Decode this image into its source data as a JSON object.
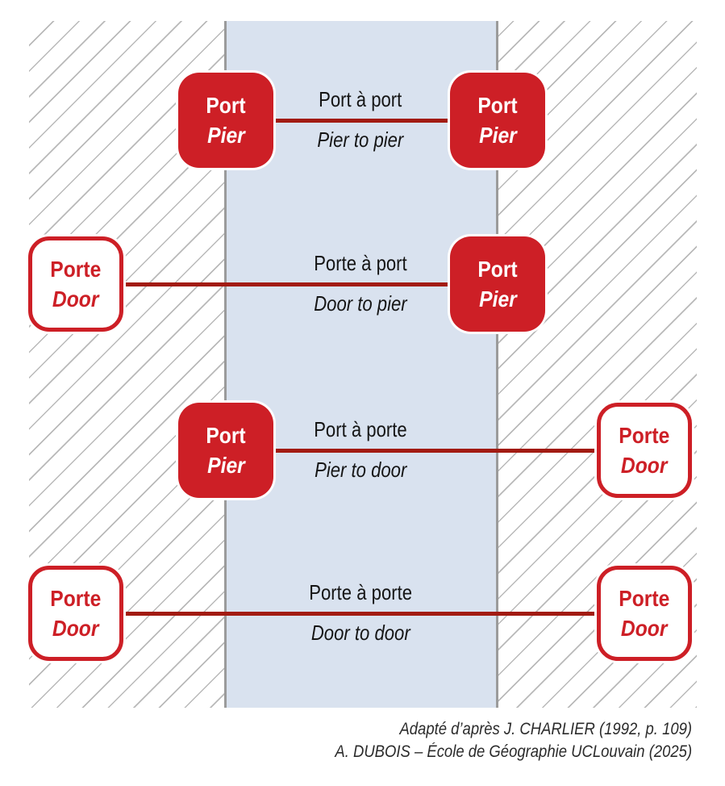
{
  "colors": {
    "node_red": "#cd1f26",
    "link_dark_red": "#a21b12",
    "sea_band_blue": "#d9e2ef",
    "band_border_gray": "#9b9b9b",
    "hatch_gray": "#b9b9b9"
  },
  "rows": [
    {
      "label_fr": "Port à port",
      "label_en": "Pier to pier",
      "left_node": {
        "line1": "Port",
        "line2": "Pier",
        "variant": "pier"
      },
      "right_node": {
        "line1": "Port",
        "line2": "Pier",
        "variant": "pier"
      }
    },
    {
      "label_fr": "Porte à port",
      "label_en": "Door to pier",
      "left_node": {
        "line1": "Porte",
        "line2": "Door",
        "variant": "door"
      },
      "right_node": {
        "line1": "Port",
        "line2": "Pier",
        "variant": "pier"
      }
    },
    {
      "label_fr": "Port à porte",
      "label_en": "Pier to door",
      "left_node": {
        "line1": "Port",
        "line2": "Pier",
        "variant": "pier"
      },
      "right_node": {
        "line1": "Porte",
        "line2": "Door",
        "variant": "door"
      }
    },
    {
      "label_fr": "Porte à porte",
      "label_en": "Door to door",
      "left_node": {
        "line1": "Porte",
        "line2": "Door",
        "variant": "door"
      },
      "right_node": {
        "line1": "Porte",
        "line2": "Door",
        "variant": "door"
      }
    }
  ],
  "credits": {
    "line1": "Adapté d’après J. CHARLIER (1992, p. 109)",
    "line2": "A. DUBOIS – École de Géographie UCLouvain (2025)"
  }
}
